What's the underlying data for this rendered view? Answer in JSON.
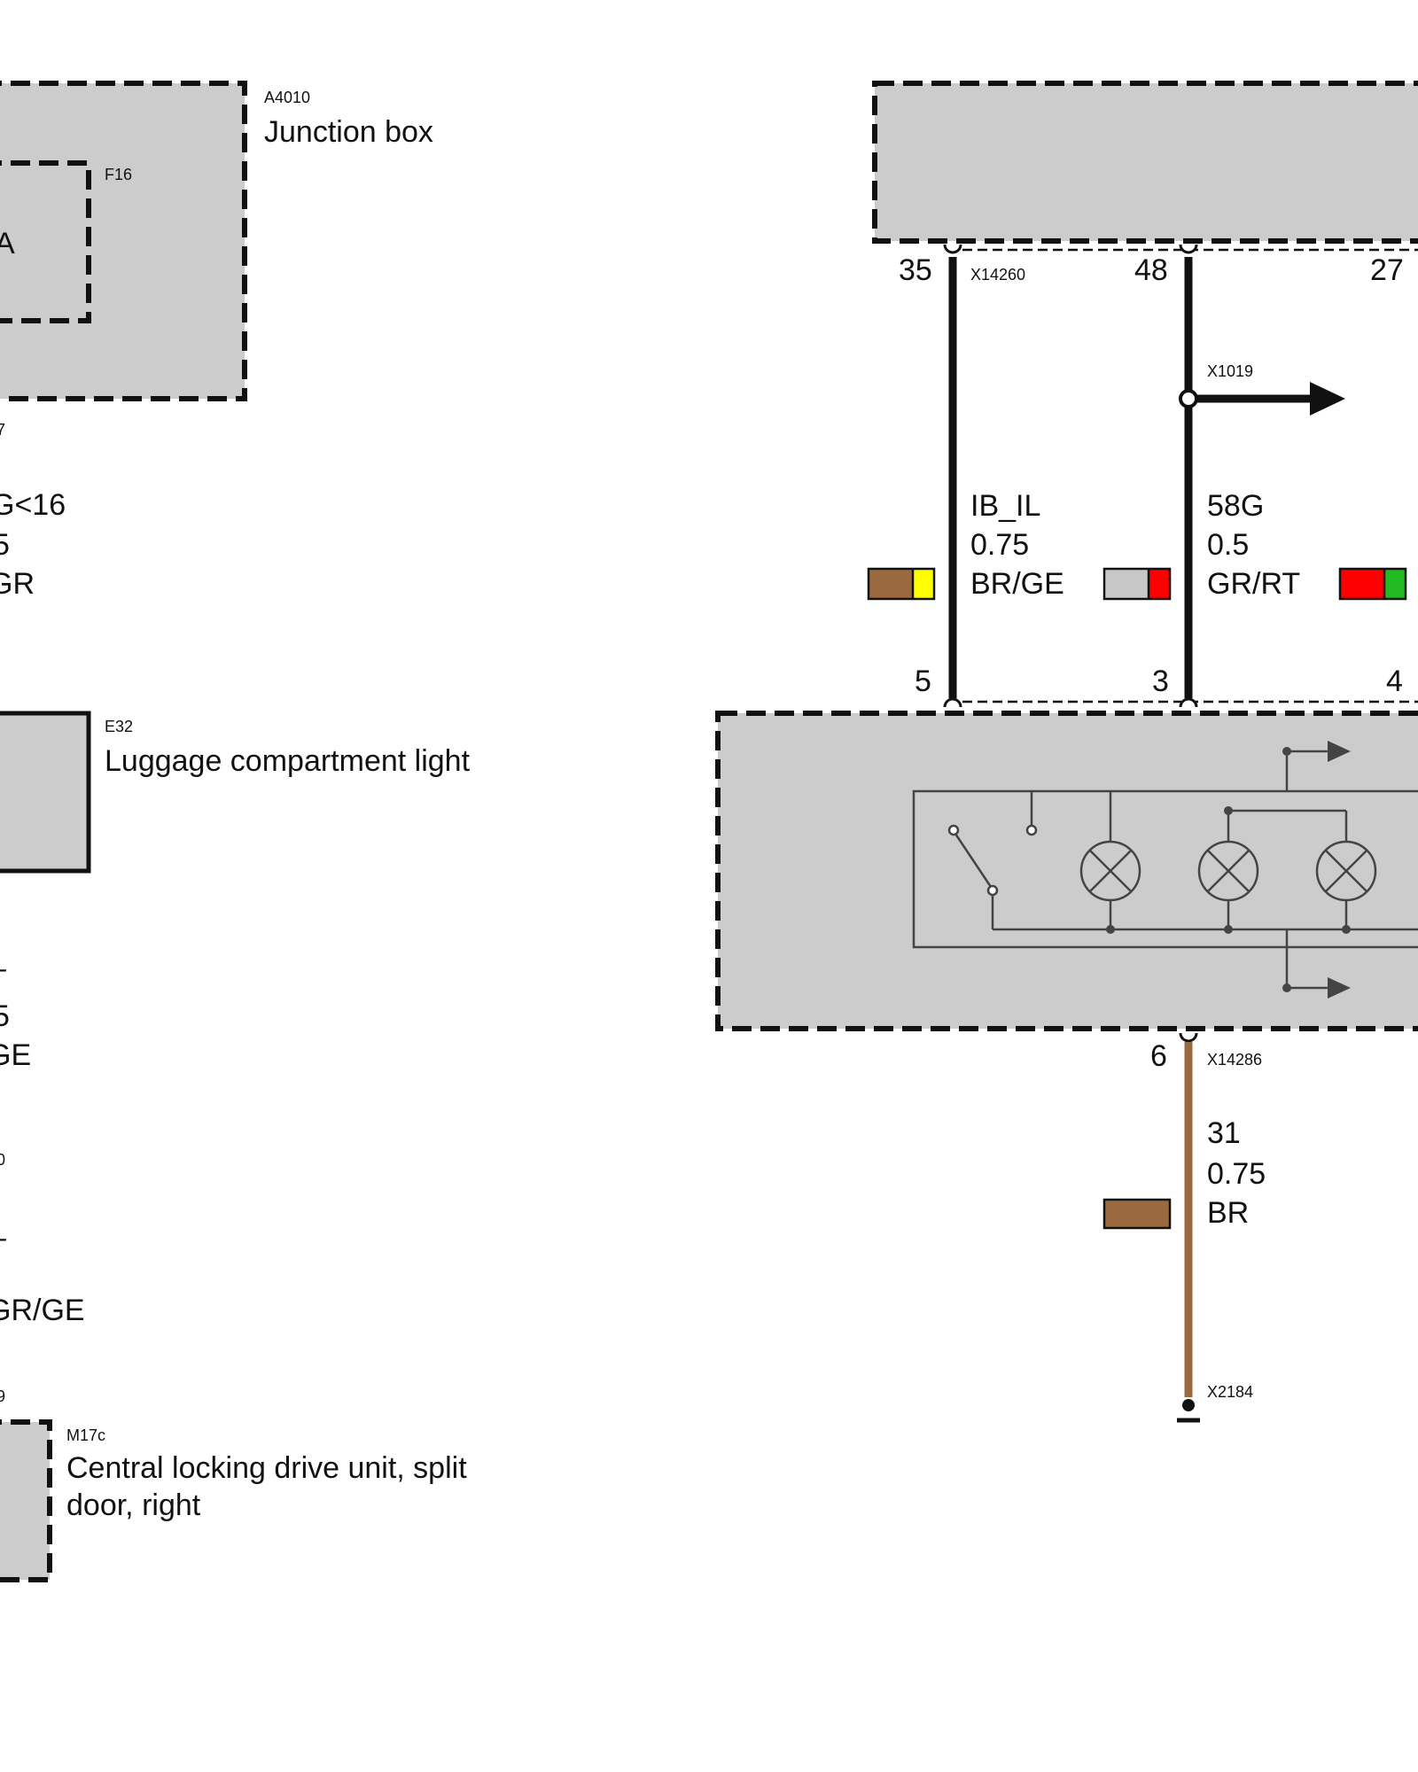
{
  "colors": {
    "wire": "#111111",
    "wire_brown": "#9a6a3e",
    "component_fill": "#cccccc",
    "swatch_brown": "#9a6a3e",
    "swatch_yellow": "#ffff00",
    "swatch_gray": "#c8c8c8",
    "swatch_red": "#ff0000",
    "swatch_green": "#22bb22"
  },
  "components": {
    "junction_box": {
      "id": "A4010",
      "name": "Junction box"
    },
    "fuse": {
      "id": "F16",
      "partial_text": "A"
    },
    "luggage_light": {
      "id": "E32",
      "name": "Luggage compartment light"
    },
    "drive_unit": {
      "id": "M17c",
      "name_line1": "Central locking drive unit, split",
      "name_line2": "door, right"
    }
  },
  "left_wires": {
    "w1": {
      "conn_partial": "7",
      "signal_partial": "G<16",
      "size_partial": "5",
      "color_partial": "GR"
    },
    "w2": {
      "signal_partial": "–",
      "size_partial": "5",
      "color_partial": "GE"
    },
    "w3": {
      "conn_partial": "0",
      "signal_partial": "–",
      "color": "GR/GE"
    },
    "w4": {
      "conn_partial": "9"
    }
  },
  "top_connector": {
    "pin_a": "35",
    "pin_b": "48",
    "pin_c": "27",
    "connector": "X14260"
  },
  "splice": {
    "id": "X1019"
  },
  "wires": {
    "wire1": {
      "signal": "IB_IL",
      "size": "0.75",
      "color": "BR/GE"
    },
    "wire2": {
      "signal": "58G",
      "size": "0.5",
      "color": "GR/RT"
    },
    "wire3": {
      "signal": "31",
      "size": "0.75",
      "color": "BR"
    }
  },
  "light_pins": {
    "pin_a": "5",
    "pin_b": "3",
    "pin_c": "4",
    "pin_bottom": "6",
    "connector_bottom": "X14286"
  },
  "ground": {
    "id": "X2184"
  }
}
